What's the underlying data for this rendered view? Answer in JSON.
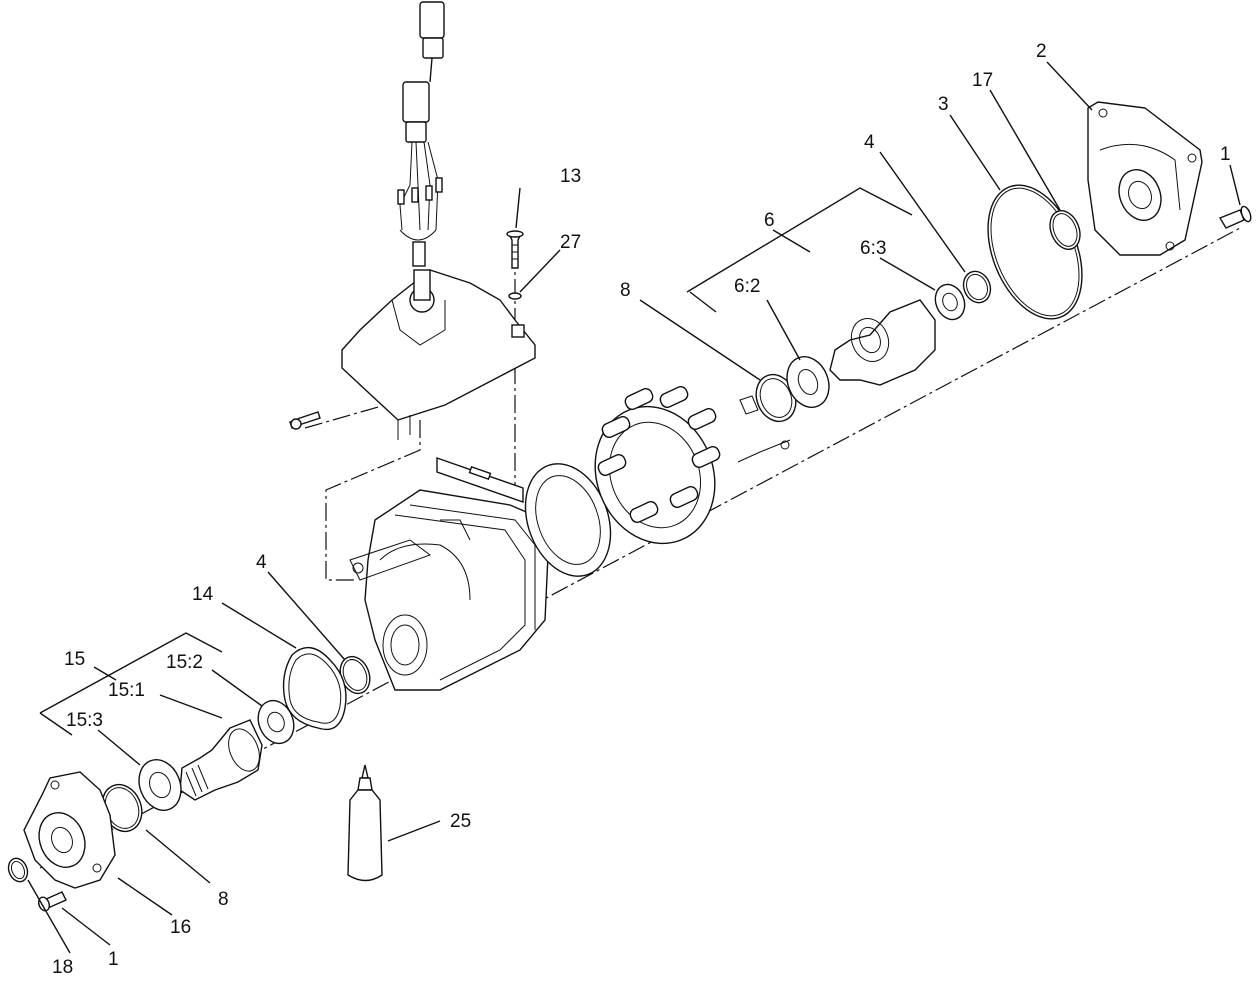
{
  "callouts": {
    "c1_top": "1",
    "c2": "2",
    "c3": "3",
    "c17": "17",
    "c4_top": "4",
    "c6": "6",
    "c6_3": "6:3",
    "c6_2": "6:2",
    "c8_top": "8",
    "c13": "13",
    "c27": "27",
    "c4_mid": "4",
    "c14": "14",
    "c15": "15",
    "c15_2": "15:2",
    "c15_1": "15:1",
    "c15_3": "15:3",
    "c25": "25",
    "c8_bottom": "8",
    "c16": "16",
    "c18": "18",
    "c1_bottom": "1"
  }
}
